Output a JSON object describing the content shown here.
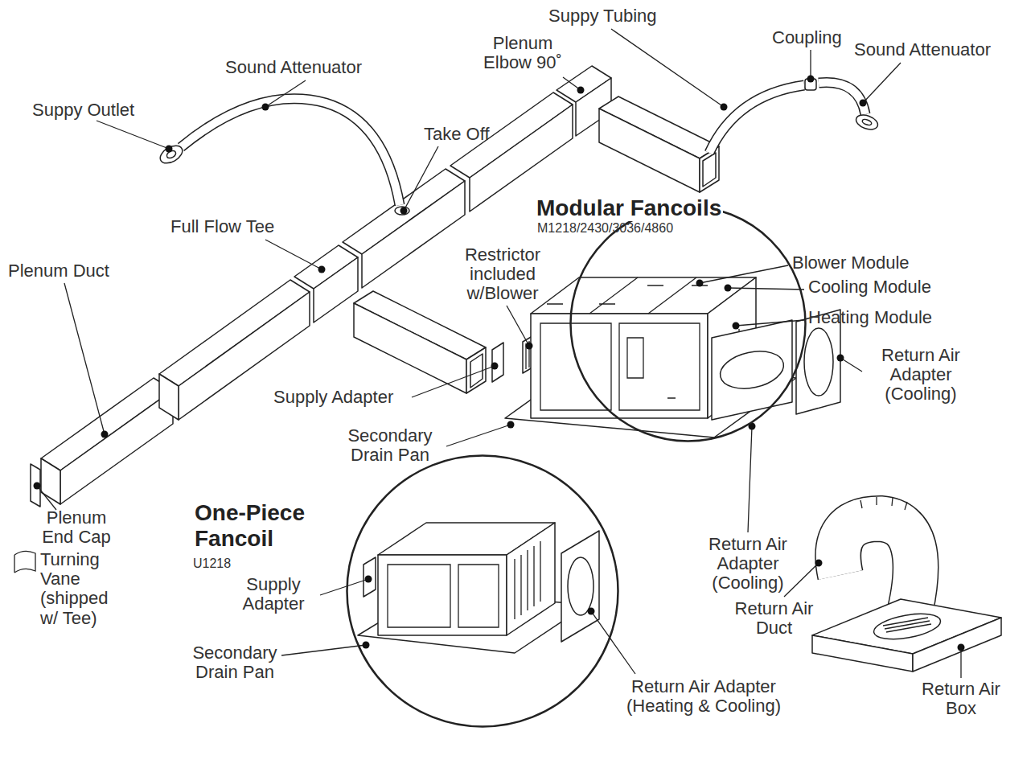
{
  "diagram": {
    "nodes": [
      {
        "text": [
          "Modular Fancoils",
          "M1218/2430/3036/4860"
        ]
      },
      {
        "text": [
          "One-Piece Fancoil",
          "U1218"
        ]
      }
    ],
    "labels": [
      "Suppy Tubing",
      "Coupling",
      "Sound Attenuator",
      "Plenum Elbow 90˚",
      "Sound Attenuator",
      "Suppy Outlet",
      "Take Off",
      "Full Flow Tee",
      "Restrictor included w/Blower",
      "Blower Module",
      "Plenum Duct",
      "Cooling Module",
      "Heating Module",
      "Supply Adapter",
      "Return Air Adapter (Cooling)",
      "Secondary Drain Pan",
      "Plenum End Cap",
      "Return Air Adapter (Cooling)",
      "Turning Vane (shipped w/ Tee)",
      "Supply Adapter",
      "Return Air Duct",
      "Return Air Box",
      "Secondary Drain Pan",
      "Return Air Adapter (Heating & Cooling)"
    ]
  }
}
